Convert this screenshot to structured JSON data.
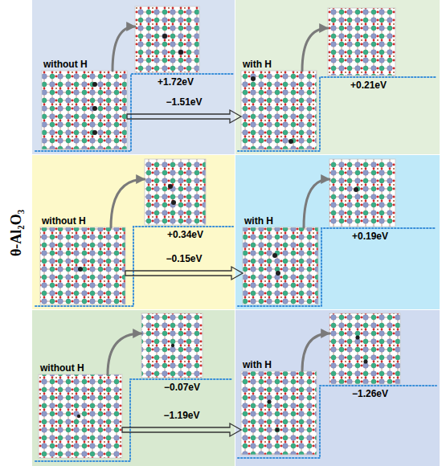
{
  "diagram": {
    "nodes": [
      {
        "text": [
          "without H"
        ]
      },
      {
        "text": [
          "+1.72eV"
        ]
      },
      {
        "text": [
          "with H"
        ]
      },
      {
        "text": [
          "+0.21eV"
        ]
      },
      {
        "text": [
          "without H"
        ]
      },
      {
        "text": [
          "+0.34eV"
        ]
      },
      {
        "text": [
          "with H"
        ]
      },
      {
        "text": [
          "+0.19eV"
        ]
      },
      {
        "text": [
          "without H"
        ]
      },
      {
        "text": [
          "−0.07eV"
        ]
      },
      {
        "text": [
          "with H"
        ]
      },
      {
        "text": [
          "−1.26eV"
        ]
      }
    ],
    "edges": [
      {
        "from": 0,
        "to": 1,
        "arrow": "to"
      },
      {
        "from": 0,
        "to": 2,
        "label": "−1.51eV",
        "arrow": "to"
      },
      {
        "from": 2,
        "to": 3,
        "arrow": "to"
      },
      {
        "from": 4,
        "to": 5,
        "arrow": "to"
      },
      {
        "from": 4,
        "to": 6,
        "label": "−0.15eV",
        "arrow": "to"
      },
      {
        "from": 6,
        "to": 7,
        "arrow": "to"
      },
      {
        "from": 8,
        "to": 9,
        "arrow": "to"
      },
      {
        "from": 8,
        "to": 10,
        "label": "−1.19eV",
        "arrow": "to"
      },
      {
        "from": 10,
        "to": 11,
        "arrow": "to"
      }
    ],
    "labels": [
      "θ-Al₂O₃"
    ]
  }
}
